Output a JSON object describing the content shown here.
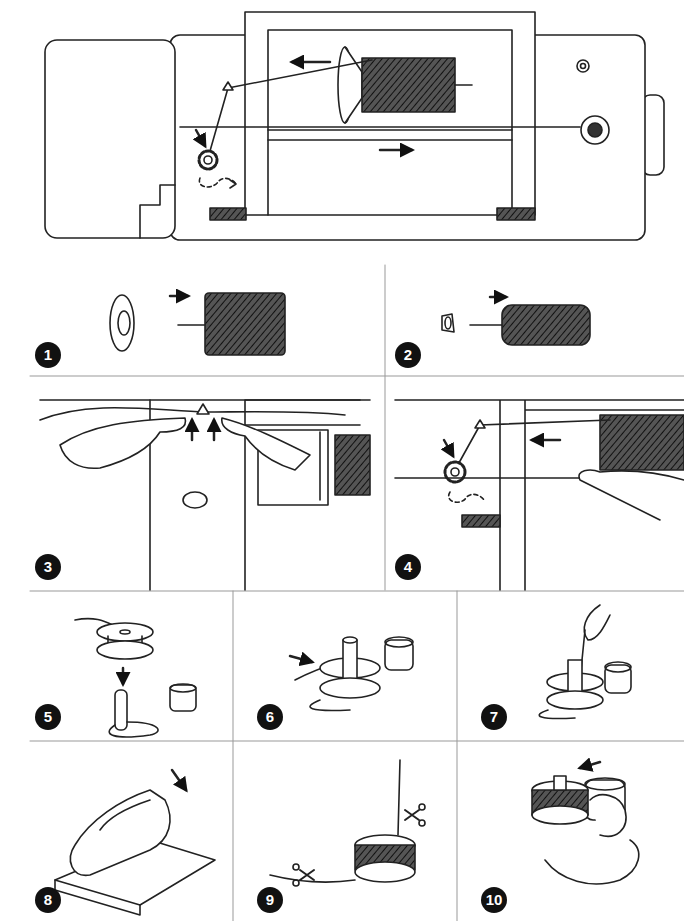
{
  "diagram": {
    "nodes": [
      {
        "text": [
          "1"
        ]
      },
      {
        "text": [
          "2"
        ]
      },
      {
        "text": [
          "3"
        ]
      },
      {
        "text": [
          "4"
        ]
      },
      {
        "text": [
          "5"
        ]
      },
      {
        "text": [
          "6"
        ]
      },
      {
        "text": [
          "7"
        ]
      },
      {
        "text": [
          "8"
        ]
      },
      {
        "text": [
          "9"
        ]
      },
      {
        "text": [
          "10"
        ]
      }
    ]
  }
}
